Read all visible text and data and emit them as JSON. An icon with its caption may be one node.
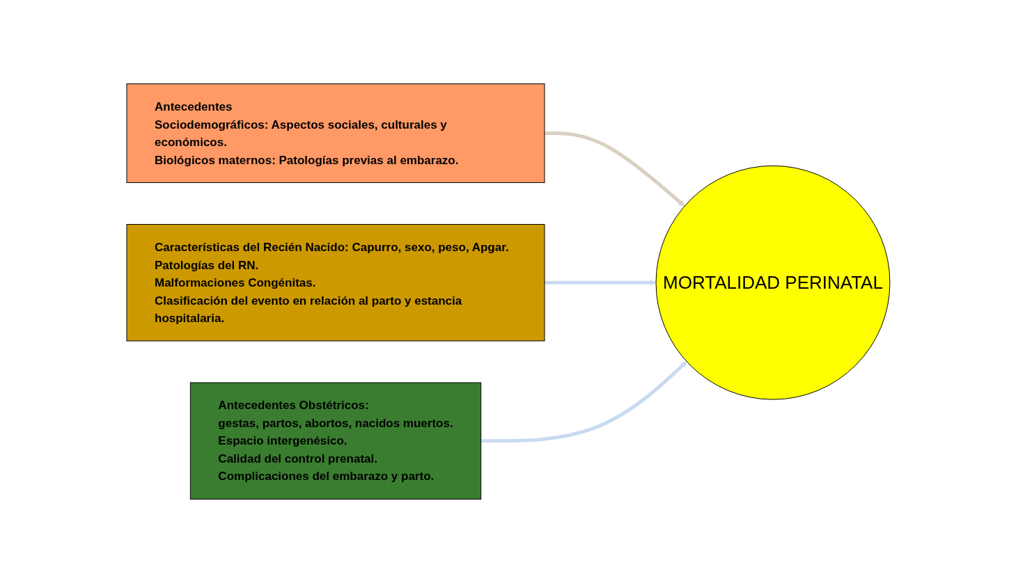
{
  "diagram": {
    "nodes": [
      {
        "text": [
          "Antecedentes",
          "Sociodemográficos: Aspectos sociales, culturales y económicos.",
          "Biológicos maternos: Patologías previas al embarazo."
        ]
      },
      {
        "text": [
          "Características del Recién Nacido: Capurro, sexo, peso, Apgar.",
          "Patologías del RN.",
          "Malformaciones Congénitas.",
          "Clasificación del evento en relación al parto y estancia hospitalaria."
        ]
      },
      {
        "text": [
          "Antecedentes Obstétricos:",
          "gestas, partos, abortos, nacidos muertos.",
          "Espacio intergenésico.",
          "Calidad del control prenatal.",
          "Complicaciones del embarazo y parto."
        ]
      },
      {
        "text": [
          "MORTALIDAD PERINATAL"
        ]
      }
    ],
    "edges": [
      {
        "from": 0,
        "to": 3,
        "arrow": "to",
        "color": "#d9d0c1"
      },
      {
        "from": 1,
        "to": 3,
        "arrow": "to"
      },
      {
        "from": 2,
        "to": 3,
        "arrow": "to"
      }
    ]
  }
}
